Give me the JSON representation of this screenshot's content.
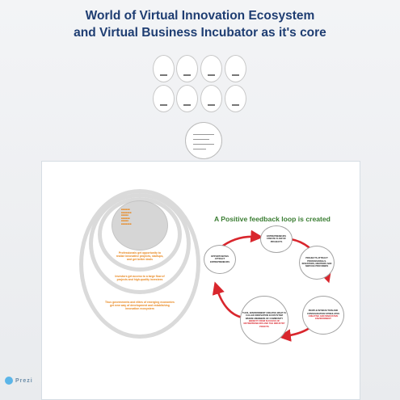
{
  "title_line1": "World of Virtual Innovation Ecosystem",
  "title_line2": "and Virtual Business Incubator as it's core",
  "left_diagram": {
    "inner": "Professionals get opportunity to realize innovative projects, startups, and get better deals",
    "middle": "Investors get access to a large flow of projects and high-quality investees",
    "outer": "Thus governments and elites of emerging economies get new way of development and establishing innovation ecosystem"
  },
  "feedback_loop": {
    "title": "A Positive feedback loop is created",
    "nodes": [
      {
        "text": "ENTREPRENEURS CREATE FLOW OF PROJECTS",
        "red": ""
      },
      {
        "text": "PROJECTS ATTRACT PROFESSIONALS, INVESTORS, MENTORS AND SERVICE PROVIDERS",
        "red": ""
      },
      {
        "text": "PEOPLE INTERACTION AND CONSOLIDATION STIMULATES",
        "red": "CREATIVE AND INNOVATIVE ENVIRONMENT"
      },
      {
        "text": "THUS, ENVIRONMENT CREATES WHAT IS CALLED INNOVATION ECOSYSTEM WHERE MEMBERS OF COMMUNITY",
        "red": "BENEFIT FROM SUCCESS OF ENTREPRENEURS AND THE INDUSTRY PROFITS"
      },
      {
        "text": "OPPORTUNITIES ATTRACT ENTREPRENEURS",
        "red": ""
      }
    ]
  },
  "brand": "Prezi",
  "colors": {
    "title": "#1e3d72",
    "loop_green": "#3a7d32",
    "loop_red": "#d9262d",
    "orange": "#e8861c"
  }
}
